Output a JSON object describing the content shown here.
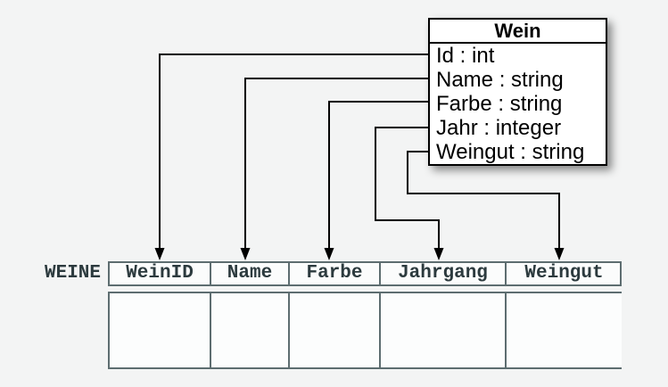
{
  "diagram": {
    "class_box": {
      "title": "Wein",
      "attributes": [
        "Id : int",
        "Name : string",
        "Farbe : string",
        "Jahr : integer",
        "Weingut : string"
      ]
    },
    "db_table": {
      "name": "WEINE",
      "columns": [
        "WeinID",
        "Name",
        "Farbe",
        "Jahrgang",
        "Weingut"
      ],
      "empty_body_rows": 1
    },
    "mappings": [
      {
        "from": "Id",
        "to": "WeinID"
      },
      {
        "from": "Name",
        "to": "Name"
      },
      {
        "from": "Farbe",
        "to": "Farbe"
      },
      {
        "from": "Jahr",
        "to": "Jahrgang"
      },
      {
        "from": "Weingut",
        "to": "Weingut"
      }
    ],
    "colors": {
      "connector": "#000000",
      "class_border": "#000000",
      "class_text": "#000000",
      "table_border": "#5d6d70",
      "table_text": "#2c3a3e",
      "background": "#f3f4f4"
    }
  }
}
